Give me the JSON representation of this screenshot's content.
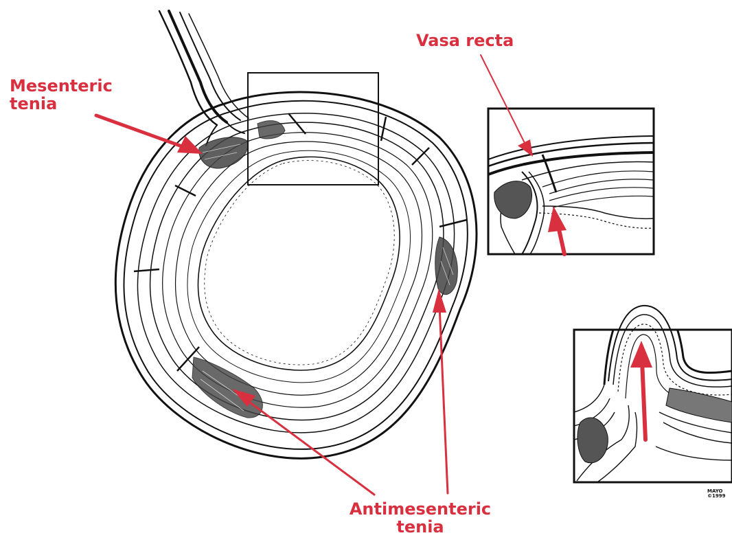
{
  "diagram": {
    "labels": {
      "mesenteric_tenia": "Mesenteric\ntenia",
      "vasa_recta": "Vasa recta",
      "antimesenteric_tenia": "Antimesenteric\ntenia"
    },
    "credit": "MAYO\n©1999"
  },
  "colors": {
    "annotation": "#d9303f",
    "line": "#111111",
    "background": "#ffffff"
  }
}
